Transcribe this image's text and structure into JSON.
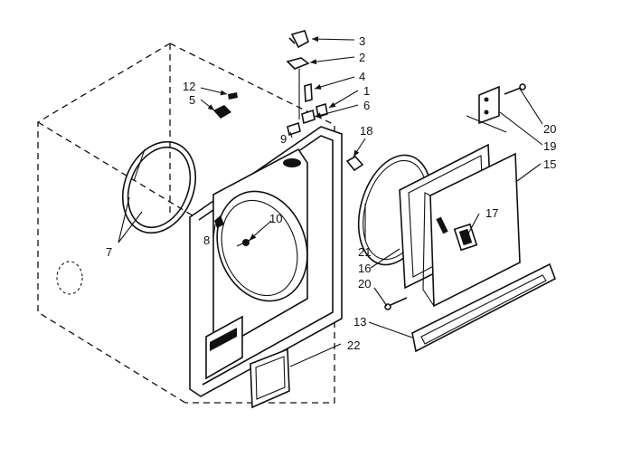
{
  "callouts": {
    "c1": "1",
    "c2": "2",
    "c3": "3",
    "c4": "4",
    "c5": "5",
    "c6": "6",
    "c7": "7",
    "c8": "8",
    "c9": "9",
    "c10": "10",
    "c12": "12",
    "c13": "13",
    "c15": "15",
    "c16": "16",
    "c17": "17",
    "c18": "18",
    "c19": "19",
    "c20a": "20",
    "c20b": "20",
    "c21": "21",
    "c22": "22"
  }
}
